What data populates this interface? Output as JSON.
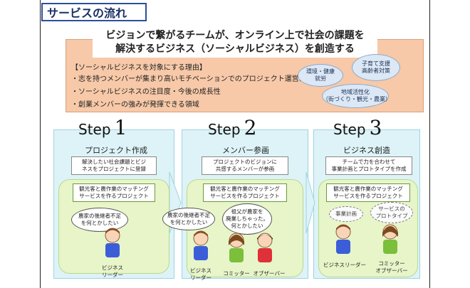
{
  "title": "サービスの流れ",
  "headline": {
    "line1": "ビジョンで繋がるチームが、オンライン上で社会の課題を",
    "line2": "解決するビジネス（ソーシャルビジネス）を創造する"
  },
  "reasons": {
    "heading": "【ソーシャルビジネスを対象にする理由】",
    "items": [
      "・志を持つメンバーが集まり高いモチベーションでのプロジェクト運営が可能",
      "・ソーシャルビジネスの注目度・今後の成長性",
      "・創業メンバーの強みが発揮できる領域"
    ]
  },
  "clouds": [
    {
      "text": "環境・健康\n就労"
    },
    {
      "text": "子育て支援\n高齢者対策"
    },
    {
      "text": "地域活性化\n（街づくり・観光・農業）"
    }
  ],
  "steps": [
    {
      "word": "Step",
      "num": "1",
      "sub": "プロジェクト作成",
      "note": "解決したい社会課題とビジ\nネスをプロジェクトに登録",
      "tag": "観光客と農作業のマッチング\nサービスを作るプロジェクト",
      "bubbles": [
        "農家の後継者不足\nを何とかしたい"
      ],
      "roles": [
        "ビジネス\nリーダー"
      ]
    },
    {
      "word": "Step",
      "num": "2",
      "sub": "メンバー参画",
      "note": "プロジェクトのビジョンに\n共感するメンバーが参画",
      "tag": "観光客と農作業のマッチング\nサービスを作るプロジェクト",
      "bubbles": [
        "農家の後継者不足\nを何とかしたい",
        "祖父が農家を\n廃業しちゃった。\n何とかしたい"
      ],
      "roles": [
        "ビジネス\nリーダー",
        "コミッター",
        "オブザーバー"
      ]
    },
    {
      "word": "Step",
      "num": "3",
      "sub": "ビジネス創造",
      "note": "チームで力を合わせて\n事業計画とプロトタイプを作成",
      "tag": "観光客と農作業のマッチング\nサービスを作るプロジェクト",
      "bubbles": [
        "事業計画",
        "サービスの\nプロトタイプ"
      ],
      "roles": [
        "ビジネスリーダー",
        "コミッター\nオブザーバー"
      ]
    }
  ],
  "colors": {
    "panel": "#f7c9a8",
    "step": "#ddf3f7",
    "green": "#e7f5c9",
    "shirt_blue": "#3b5ed8",
    "shirt_green": "#7bbf3a",
    "shirt_red": "#e0303a"
  }
}
